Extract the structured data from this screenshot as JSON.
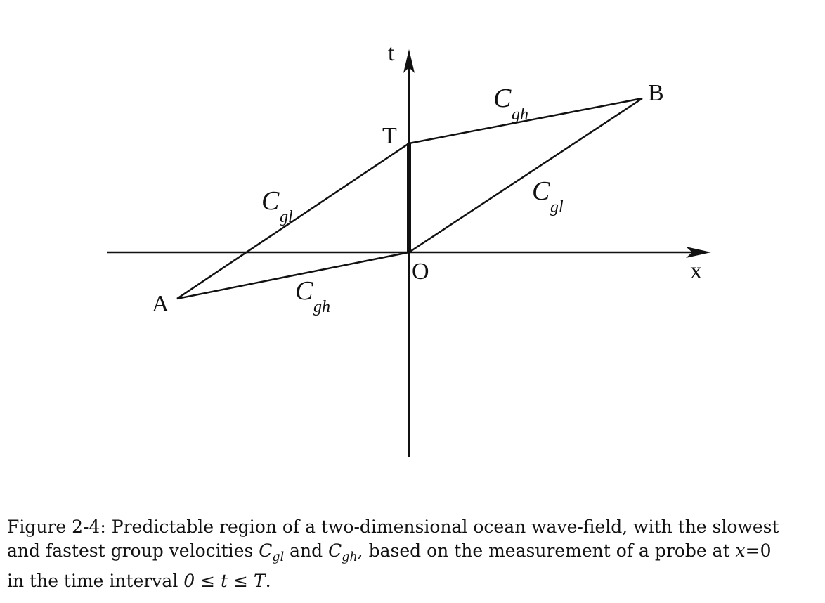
{
  "diagram": {
    "labels": {
      "t_axis": "t",
      "x_axis": "x",
      "origin": "O",
      "point_T": "T",
      "point_A": "A",
      "point_B": "B",
      "c_main": "C",
      "sub_gh": "gh",
      "sub_gl": "gl"
    }
  },
  "caption": {
    "line1": "Figure 2-4: Predictable region of a two-dimensional ocean wave-field, with the slowest",
    "line2_pre": "and fastest group velocities ",
    "line2_mid": " and ",
    "line2_post": ", based on the measurement of a probe at ",
    "var_C": "C",
    "sub_gl": "gl",
    "sub_gh": "gh",
    "x_eq": "x",
    "x_eq_val": "=0",
    "line3_pre": "in the time interval ",
    "interval": "0 ≤ t ≤ T",
    "line3_post": "."
  }
}
